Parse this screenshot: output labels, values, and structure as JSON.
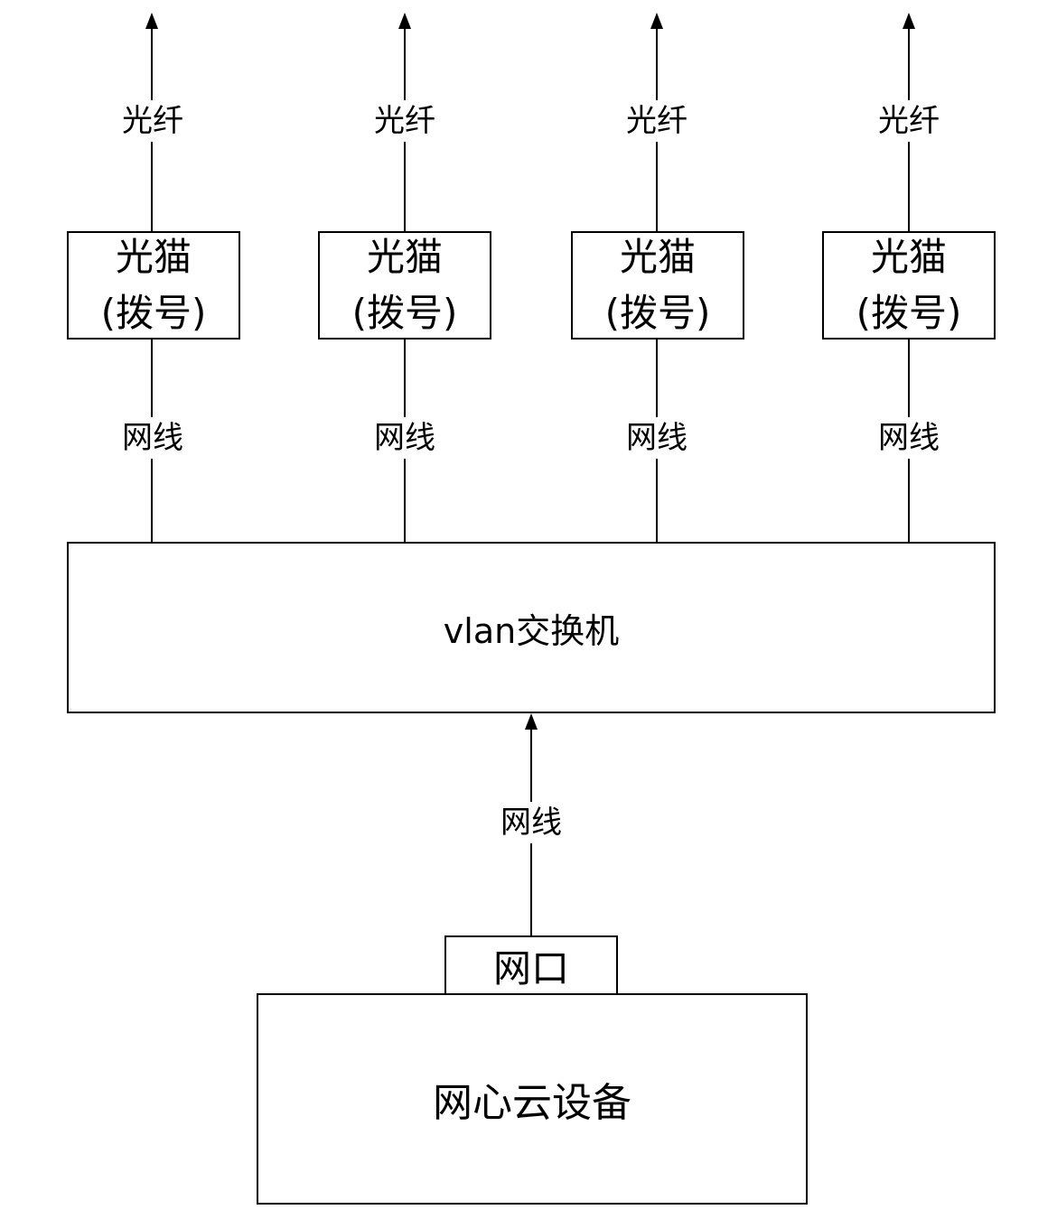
{
  "modems": [
    {
      "line1": "光猫",
      "line2": "(拨号)"
    },
    {
      "line1": "光猫",
      "line2": "(拨号)"
    },
    {
      "line1": "光猫",
      "line2": "(拨号)"
    },
    {
      "line1": "光猫",
      "line2": "(拨号)"
    }
  ],
  "fiber_labels": [
    "光纤",
    "光纤",
    "光纤",
    "光纤"
  ],
  "cable_labels": [
    "网线",
    "网线",
    "网线",
    "网线"
  ],
  "switch": {
    "label": "vlan交换机"
  },
  "uplink_cable": {
    "label": "网线"
  },
  "port": {
    "label": "网口"
  },
  "device": {
    "label": "网心云设备"
  }
}
